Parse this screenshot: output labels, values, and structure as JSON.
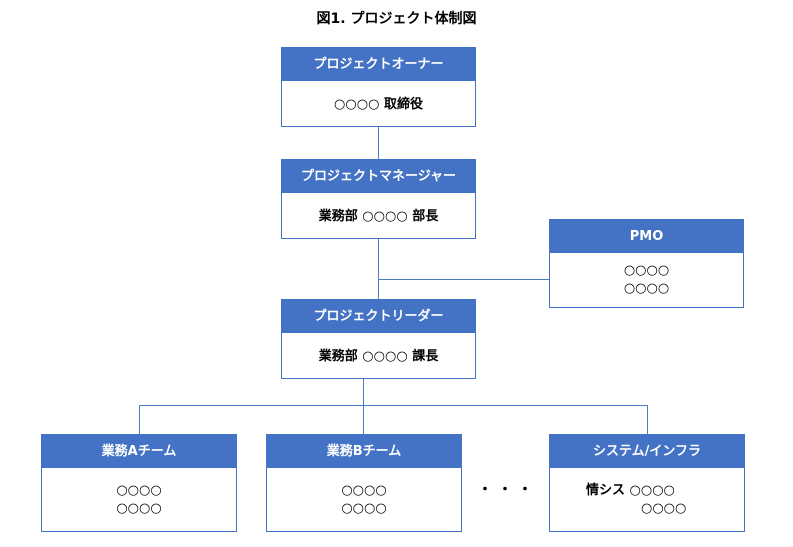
{
  "title": "図1. プロジェクト体制図",
  "nodes": {
    "owner": {
      "title": "プロジェクトオーナー",
      "lines": [
        "○○○○ 取締役"
      ]
    },
    "manager": {
      "title": "プロジェクトマネージャー",
      "lines": [
        "業務部 ○○○○ 部長"
      ]
    },
    "pmo": {
      "title": "PMO",
      "lines": [
        "○○○○",
        "○○○○"
      ]
    },
    "leader": {
      "title": "プロジェクトリーダー",
      "lines": [
        "業務部 ○○○○ 課長"
      ]
    },
    "team_a": {
      "title": "業務Aチーム",
      "lines": [
        "○○○○",
        "○○○○"
      ]
    },
    "team_b": {
      "title": "業務Bチーム",
      "lines": [
        "○○○○",
        "○○○○"
      ]
    },
    "system": {
      "title": "システム/インフラ",
      "lines": [
        "情シス ○○○○",
        "○○○○"
      ]
    }
  },
  "ellipsis": "・・・",
  "colors": {
    "header": "#4472c4",
    "border": "#4472c4",
    "connector": "#4a7dc4"
  }
}
